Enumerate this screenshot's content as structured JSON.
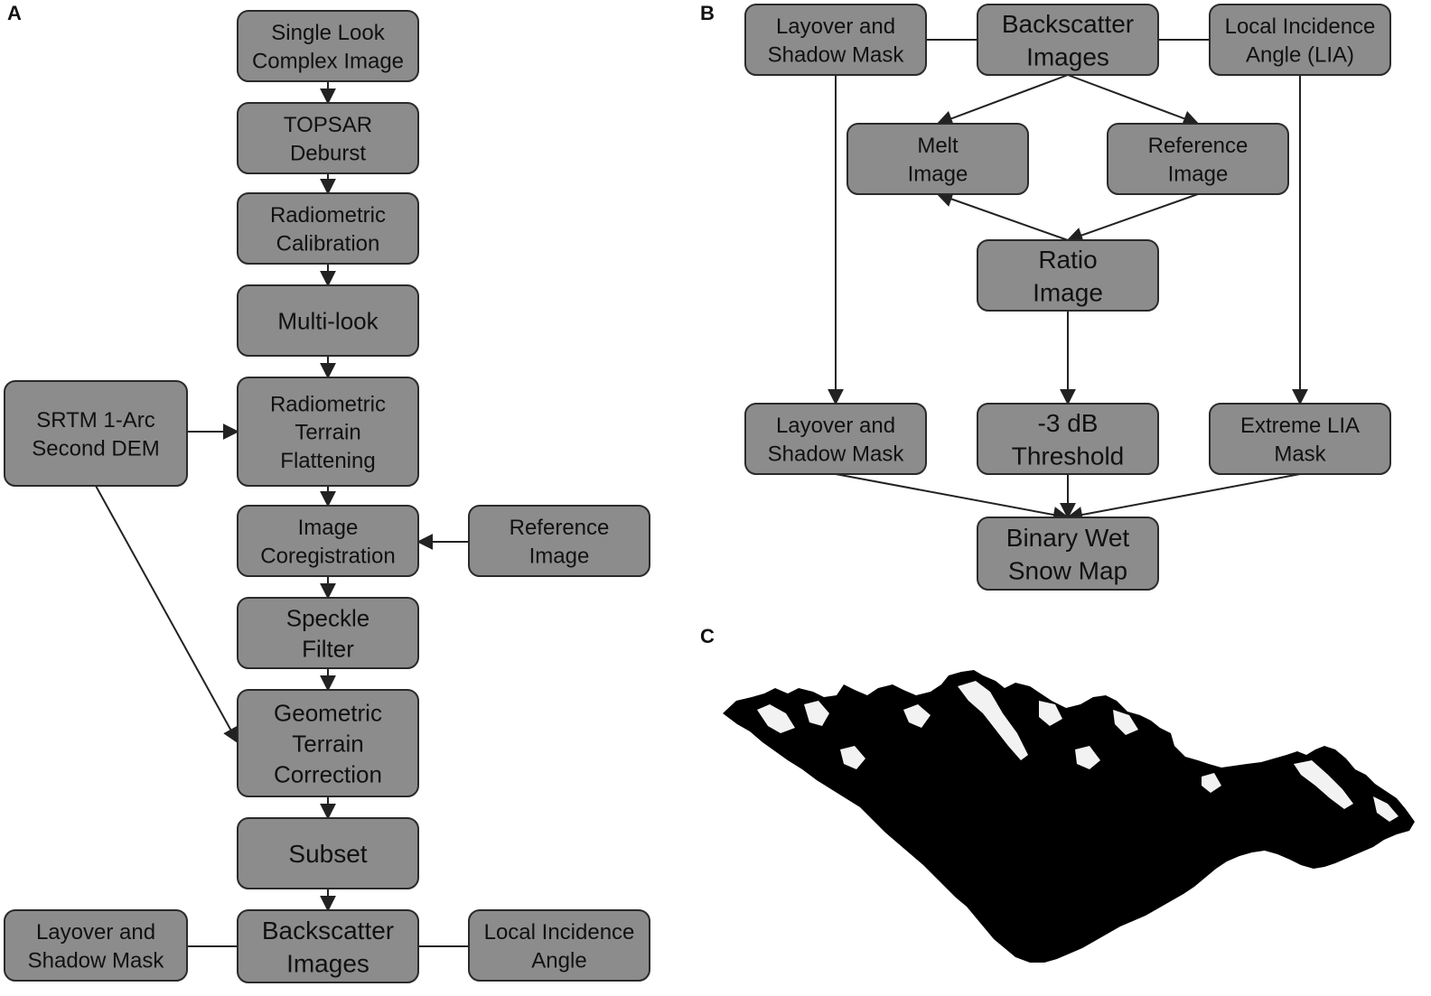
{
  "panels": {
    "A": "A",
    "B": "B",
    "C": "C"
  },
  "panel_a": {
    "nodes": [
      {
        "id": "slc",
        "lines": [
          "Single Look",
          "Complex Image"
        ]
      },
      {
        "id": "deburst",
        "lines": [
          "TOPSAR",
          "Deburst"
        ]
      },
      {
        "id": "calibration",
        "lines": [
          "Radiometric",
          "Calibration"
        ]
      },
      {
        "id": "multilook",
        "lines": [
          "Multi-look"
        ]
      },
      {
        "id": "rtf",
        "lines": [
          "Radiometric",
          "Terrain",
          "Flattening"
        ]
      },
      {
        "id": "srtm",
        "lines": [
          "SRTM 1-Arc",
          "Second DEM"
        ]
      },
      {
        "id": "coreg",
        "lines": [
          "Image",
          "Coregistration"
        ]
      },
      {
        "id": "refimg",
        "lines": [
          "Reference",
          "Image"
        ]
      },
      {
        "id": "speckle",
        "lines": [
          "Speckle",
          "Filter"
        ]
      },
      {
        "id": "gtc",
        "lines": [
          "Geometric",
          "Terrain",
          "Correction"
        ]
      },
      {
        "id": "subset",
        "lines": [
          "Subset"
        ]
      },
      {
        "id": "backscatter",
        "lines": [
          "Backscatter",
          "Images"
        ]
      },
      {
        "id": "layover",
        "lines": [
          "Layover and",
          "Shadow Mask"
        ]
      },
      {
        "id": "lia",
        "lines": [
          "Local Incidence",
          "Angle"
        ]
      }
    ],
    "edges": [
      {
        "from": "slc",
        "to": "deburst"
      },
      {
        "from": "deburst",
        "to": "calibration"
      },
      {
        "from": "calibration",
        "to": "multilook"
      },
      {
        "from": "multilook",
        "to": "rtf"
      },
      {
        "from": "srtm",
        "to": "rtf"
      },
      {
        "from": "rtf",
        "to": "coreg"
      },
      {
        "from": "refimg",
        "to": "coreg"
      },
      {
        "from": "coreg",
        "to": "speckle"
      },
      {
        "from": "speckle",
        "to": "gtc"
      },
      {
        "from": "srtm",
        "to": "gtc"
      },
      {
        "from": "gtc",
        "to": "subset"
      },
      {
        "from": "subset",
        "to": "backscatter"
      },
      {
        "from": "layover",
        "to": "backscatter",
        "undirected": true
      },
      {
        "from": "backscatter",
        "to": "lia",
        "undirected": true
      }
    ]
  },
  "panel_b": {
    "nodes": [
      {
        "id": "b_layover_top",
        "lines": [
          "Layover and",
          "Shadow Mask"
        ]
      },
      {
        "id": "b_backscatter",
        "lines": [
          "Backscatter",
          "Images"
        ]
      },
      {
        "id": "b_lia",
        "lines": [
          "Local Incidence",
          "Angle (LIA)"
        ]
      },
      {
        "id": "b_melt",
        "lines": [
          "Melt",
          "Image"
        ]
      },
      {
        "id": "b_ref",
        "lines": [
          "Reference",
          "Image"
        ]
      },
      {
        "id": "b_ratio",
        "lines": [
          "Ratio",
          "Image"
        ]
      },
      {
        "id": "b_layover_mask",
        "lines": [
          "Layover and",
          "Shadow Mask"
        ]
      },
      {
        "id": "b_threshold",
        "lines": [
          "-3 dB",
          "Threshold"
        ]
      },
      {
        "id": "b_extreme",
        "lines": [
          "Extreme LIA",
          "Mask"
        ]
      },
      {
        "id": "b_binary",
        "lines": [
          "Binary Wet",
          "Snow Map"
        ]
      }
    ],
    "edges": [
      {
        "from": "b_layover_top",
        "to": "b_backscatter",
        "undirected": true
      },
      {
        "from": "b_backscatter",
        "to": "b_lia",
        "undirected": true
      },
      {
        "from": "b_backscatter",
        "to": "b_melt"
      },
      {
        "from": "b_backscatter",
        "to": "b_ref"
      },
      {
        "from": "b_ratio",
        "to": "b_melt"
      },
      {
        "from": "b_ref",
        "to": "b_ratio"
      },
      {
        "from": "b_ratio",
        "to": "b_threshold"
      },
      {
        "from": "b_layover_top",
        "to": "b_layover_mask"
      },
      {
        "from": "b_lia",
        "to": "b_extreme"
      },
      {
        "from": "b_layover_mask",
        "to": "b_binary"
      },
      {
        "from": "b_threshold",
        "to": "b_binary"
      },
      {
        "from": "b_extreme",
        "to": "b_binary"
      }
    ]
  },
  "colors": {
    "box_fill": "#8c8c8c",
    "box_stroke": "#2a2a2a",
    "arrow": "#222222",
    "map": "#000000"
  }
}
